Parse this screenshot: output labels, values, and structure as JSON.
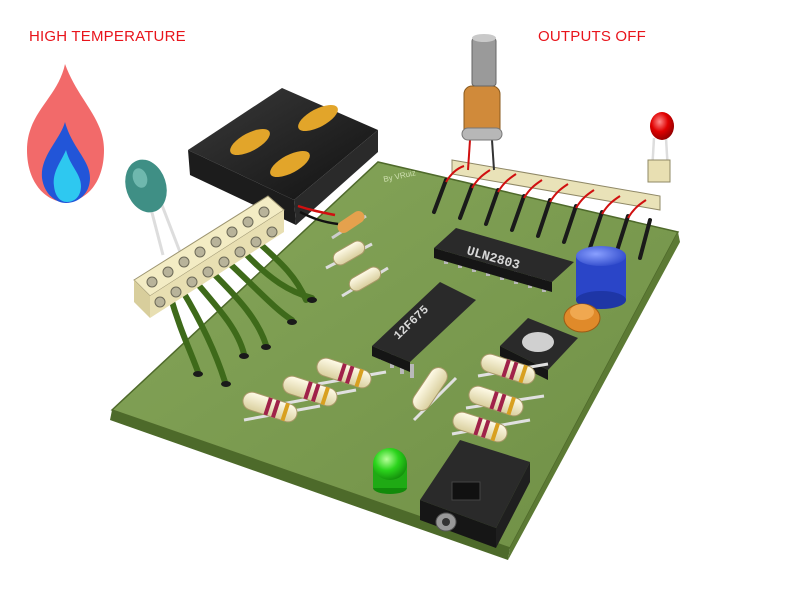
{
  "status": {
    "high_temperature": "HIGH TEMPERATURE",
    "outputs": "OUTPUTS OFF"
  },
  "board": {
    "silkscreen": "By VRuiz",
    "driver_ic": "ULN2803",
    "mcu_ic": "12F675"
  },
  "colors": {
    "status_text": "#e8141b",
    "flame_outer": "#f26a6a",
    "flame_inner": "#2255d8",
    "flame_core": "#2ec8f0",
    "pcb": "#7a9a50",
    "led_red": "#e00000",
    "led_green": "#2bd41c",
    "capacitor": "#2a45c8"
  },
  "icons": [
    "flame-icon"
  ]
}
